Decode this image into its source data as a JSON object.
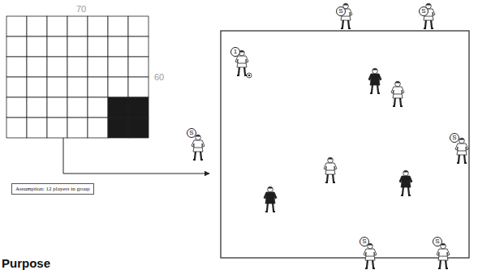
{
  "diagram": {
    "nodes": [
      {
        "text": [
          "Assumption: 12 players in group"
        ]
      }
    ],
    "labels": [
      "70",
      "60",
      "S",
      "S",
      "1",
      "S",
      "S",
      "S",
      "S",
      "Purpose"
    ]
  }
}
